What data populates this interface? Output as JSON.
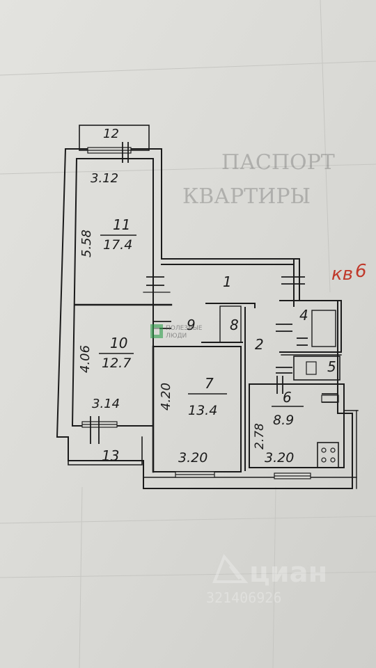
{
  "plan": {
    "apartment_label": "кв",
    "apartment_number": "6",
    "header_stamp_line1": "ПАСПОРТ",
    "header_stamp_line2": "КВАРТИРЫ",
    "rooms": [
      {
        "id": "r1",
        "number": "1"
      },
      {
        "id": "r2",
        "number": "2"
      },
      {
        "id": "r4",
        "number": "4"
      },
      {
        "id": "r5",
        "number": "5"
      },
      {
        "id": "r6",
        "number": "6",
        "area": "8.9",
        "width": "3.20",
        "length": "2.78"
      },
      {
        "id": "r7",
        "number": "7",
        "area": "13.4",
        "width": "3.20",
        "length": "4.20"
      },
      {
        "id": "r8",
        "number": "8"
      },
      {
        "id": "r9",
        "number": "9"
      },
      {
        "id": "r10",
        "number": "10",
        "area": "12.7",
        "width": "3.14",
        "length": "4.06"
      },
      {
        "id": "r11",
        "number": "11",
        "area": "17.4",
        "width": "3.12",
        "length": "5.58"
      },
      {
        "id": "r12",
        "number": "12"
      },
      {
        "id": "r13",
        "number": "13"
      }
    ]
  },
  "watermarks": {
    "agency_line1": "ПОЛЕЗНЫЕ",
    "agency_line2": "ЛЮДИ",
    "cian_name": "циан",
    "cian_id": "321406926"
  },
  "colors": {
    "paper": "#dcdcd8",
    "ink": "#1b1b1b",
    "red_ink": "#c0392b",
    "agency_green": "#2e9e4a"
  }
}
